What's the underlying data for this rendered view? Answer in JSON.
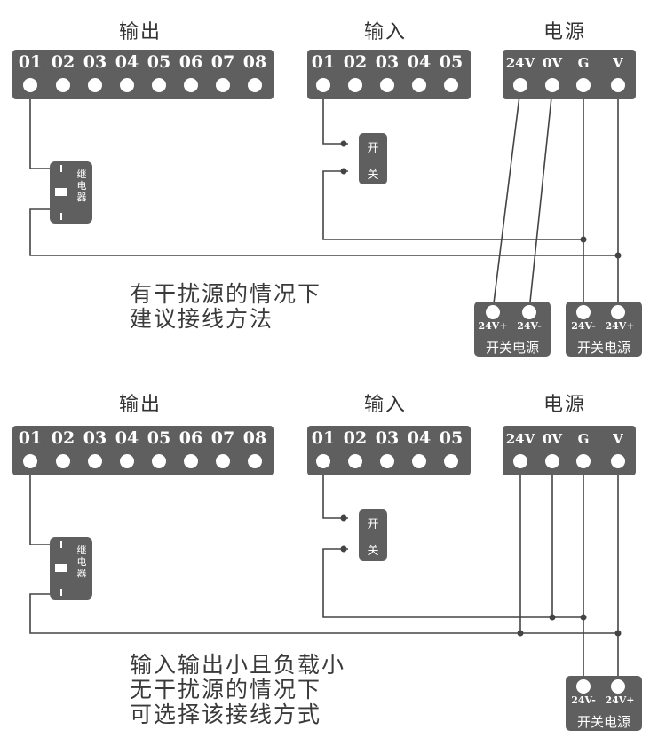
{
  "diagrams": [
    {
      "headers": {
        "output": "输出",
        "input": "输入",
        "power": "电源"
      },
      "output_terminals": [
        "01",
        "02",
        "03",
        "04",
        "05",
        "06",
        "07",
        "08"
      ],
      "input_terminals": [
        "01",
        "02",
        "03",
        "04",
        "05"
      ],
      "power_terminals": [
        "24V",
        "0V",
        "G",
        "V"
      ],
      "relay_label": "继电器",
      "switch_label": [
        "开",
        "关"
      ],
      "psu_units": [
        {
          "pins": [
            "24V+",
            "24V-"
          ],
          "title": "开关电源"
        },
        {
          "pins": [
            "24V-",
            "24V+"
          ],
          "title": "开关电源"
        }
      ],
      "note": [
        "有干扰源的情况下",
        "建议接线方法"
      ]
    },
    {
      "headers": {
        "output": "输出",
        "input": "输入",
        "power": "电源"
      },
      "output_terminals": [
        "01",
        "02",
        "03",
        "04",
        "05",
        "06",
        "07",
        "08"
      ],
      "input_terminals": [
        "01",
        "02",
        "03",
        "04",
        "05"
      ],
      "power_terminals": [
        "24V",
        "0V",
        "G",
        "V"
      ],
      "relay_label": "继电器",
      "switch_label": [
        "开",
        "关"
      ],
      "psu_units": [
        {
          "pins": [
            "24V-",
            "24V+"
          ],
          "title": "开关电源"
        }
      ],
      "note": [
        "输入输出小且负载小",
        "无干扰源的情况下",
        "可选择该接线方式"
      ]
    }
  ]
}
